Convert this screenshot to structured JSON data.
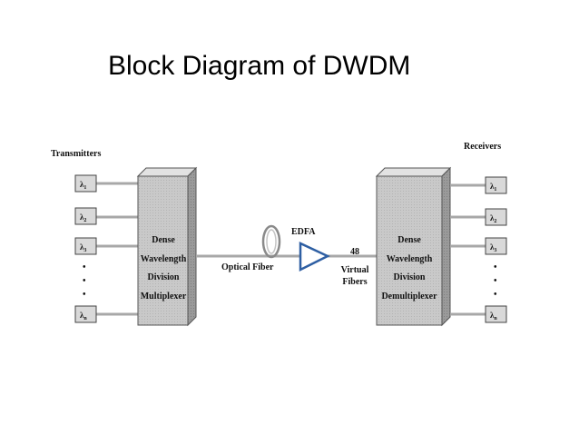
{
  "slide": {
    "title": "Block Diagram of DWDM"
  },
  "diagram": {
    "transmitters_label": "Transmitters",
    "receivers_label": "Receivers",
    "mux": [
      "Dense",
      "Wavelength",
      "Division",
      "Multiplexer"
    ],
    "demux": [
      "Dense",
      "Wavelength",
      "Division",
      "Demultiplexer"
    ],
    "fiber_label": "Optical Fiber",
    "amp_label": "EDFA",
    "virtual": [
      "48",
      "Virtual",
      "Fibers"
    ],
    "lambda": "λ",
    "subscripts": [
      "1",
      "2",
      "3",
      "n"
    ],
    "dots": "•",
    "colors": {
      "block": "#c8c8c8",
      "block_dark": "#8c8c8c",
      "line": "#9a9a9a",
      "amp": "#2e5fa3"
    }
  }
}
